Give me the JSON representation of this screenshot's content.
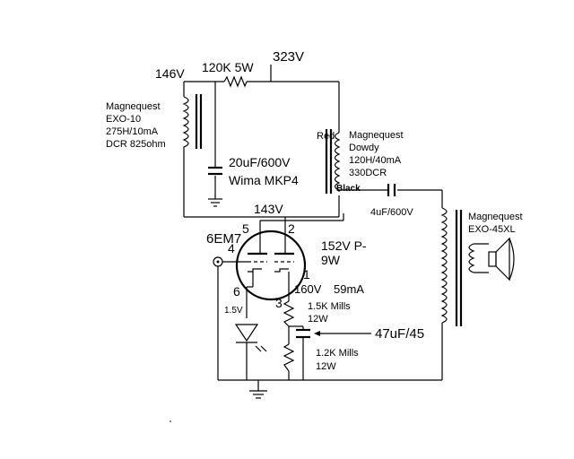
{
  "voltages": {
    "v323": "323V",
    "v146": "146V",
    "v143": "143V",
    "v160": "160V",
    "v15": "1.5V"
  },
  "components": {
    "r120k": "120K 5W",
    "choke": [
      "Magnequest",
      "EXO-10",
      "275H/10mA",
      "DCR 825ohm"
    ],
    "cap1": [
      "20uF/600V",
      "Wima MKP4"
    ],
    "plate_choke": [
      "Magnequest",
      "Dowdy",
      "120H/40mA",
      "330DCR"
    ],
    "red": "Red",
    "black": "Black",
    "cap2": "4uF/600V",
    "output_xfmr": [
      "Magnequest",
      "EXO-45XL"
    ],
    "tube": "6EM7",
    "pin5": "5",
    "pin4": "4",
    "pin2": "2",
    "pin1": "1",
    "pin6": "6",
    "pin3": "3",
    "plate_power": [
      "152V P-",
      "9W"
    ],
    "current": "59mA",
    "r_mills1": [
      "1.5K Mills",
      "12W"
    ],
    "cap3": "47uF/45",
    "r_mills2": [
      "1.2K Mills",
      "12W"
    ]
  },
  "icons": [
    "resistor-icon",
    "inductor-icon",
    "capacitor-icon",
    "vacuum-tube-icon",
    "led-icon",
    "ground-icon",
    "transformer-icon",
    "speaker-icon"
  ]
}
